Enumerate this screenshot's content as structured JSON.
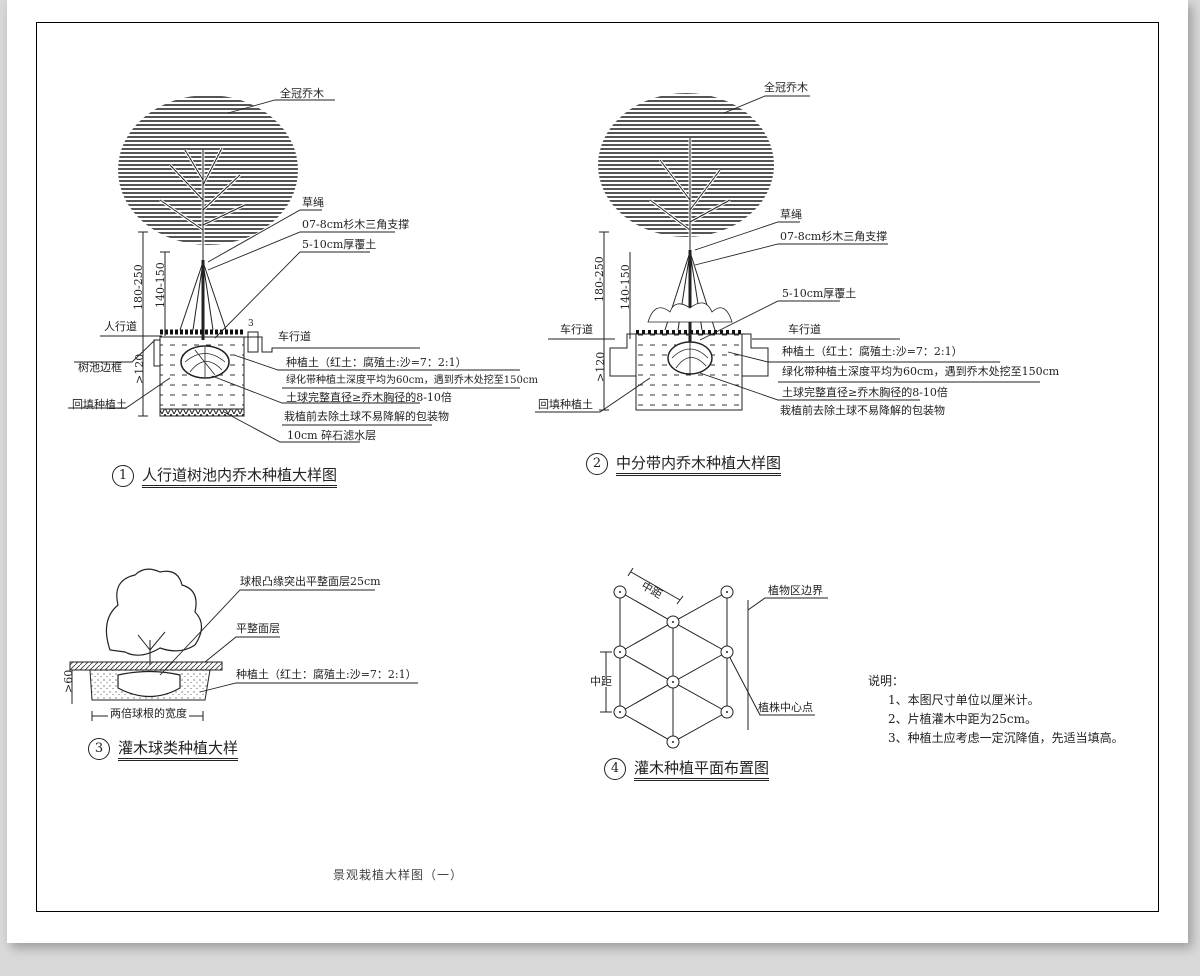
{
  "sheet_title": "景观栽植大样图（一）",
  "detail1": {
    "number": "1",
    "title": "人行道树池内乔木种植大样图",
    "labels": {
      "crown": "全冠乔木",
      "straw_rope": "草绳",
      "support": "07-8cm杉木三角支撑",
      "mulch": "5-10cm厚覆土",
      "sidewalk": "人行道",
      "roadway": "车行道",
      "pit_frame": "树池边框",
      "backfill": "回填种植土",
      "soil_mix": "种植土（红土：腐殖土:沙=7：2:1）",
      "soil_depth": "绿化带种植土深度平均为60cm，遇到乔木处挖至150cm",
      "root_ball": "土球完整直径≥乔木胸径的8-10倍",
      "wrap": "栽植前去除土球不易降解的包装物",
      "drain": "10cm 碎石滤水层",
      "dim_total": "180-250",
      "dim_support": "140-150",
      "dim_depth": ">120",
      "dim_small": "3"
    }
  },
  "detail2": {
    "number": "2",
    "title": "中分带内乔木种植大样图",
    "labels": {
      "crown": "全冠乔木",
      "straw_rope": "草绳",
      "support": "07-8cm杉木三角支撑",
      "mulch": "5-10cm厚覆土",
      "roadway_left": "车行道",
      "roadway_right": "车行道",
      "backfill": "回填种植土",
      "soil_mix": "种植土（红土：腐殖土:沙=7：2:1）",
      "soil_depth": "绿化带种植土深度平均为60cm，遇到乔木处挖至150cm",
      "root_ball": "土球完整直径≥乔木胸径的8-10倍",
      "wrap": "栽植前去除土球不易降解的包装物",
      "dim_total": "180-250",
      "dim_support": "140-150",
      "dim_depth": ">120"
    }
  },
  "detail3": {
    "number": "3",
    "title": "灌木球类种植大样",
    "labels": {
      "ball_edge": "球根凸缘突出平整面层25cm",
      "surface": "平整面层",
      "soil_mix": "种植土（红土：腐殖土:沙=7：2:1）",
      "width": "两倍球根的宽度",
      "dim_depth": ">60"
    }
  },
  "detail4": {
    "number": "4",
    "title": "灌木种植平面布置图",
    "labels": {
      "spacing_diag": "中距",
      "spacing_vert": "中距",
      "boundary": "植物区边界",
      "center_point": "植株中心点"
    }
  },
  "notes": {
    "heading": "说明：",
    "items": [
      "1、本图尺寸单位以厘米计。",
      "2、片植灌木中距为25cm。",
      "3、种植土应考虑一定沉降值，先适当填高。"
    ]
  }
}
